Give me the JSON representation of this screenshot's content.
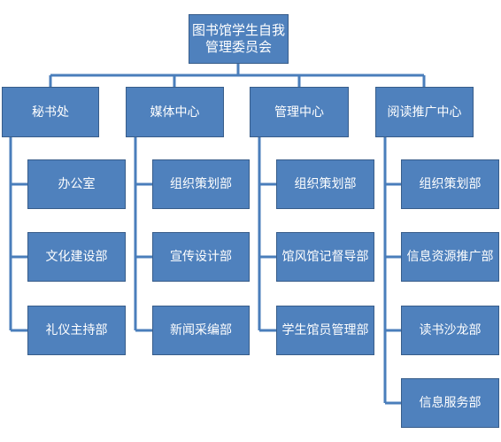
{
  "root": {
    "line1": "图书馆学生自我",
    "line2": "管理委员会"
  },
  "departments": [
    {
      "name": "秘书处",
      "children": [
        "办公室",
        "文化建设部",
        "礼仪主持部"
      ]
    },
    {
      "name": "媒体中心",
      "children": [
        "组织策划部",
        "宣传设计部",
        "新闻采编部"
      ]
    },
    {
      "name": "管理中心",
      "children": [
        "组织策划部",
        "馆风馆记督导部",
        "学生馆员管理部"
      ]
    },
    {
      "name": "阅读推广中心",
      "children": [
        "组织策划部",
        "信息资源推广部",
        "读书沙龙部",
        "信息服务部"
      ]
    }
  ],
  "colors": {
    "box_fill": "#4f81bd",
    "box_border": "#385d8a",
    "line": "#4a7ebb",
    "text": "#ffffff"
  }
}
